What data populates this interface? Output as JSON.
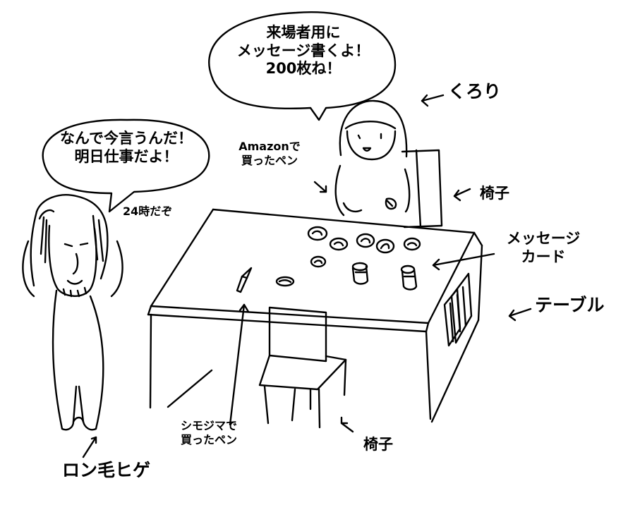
{
  "speech_kurori": {
    "line1": "来場者用に",
    "line2": "メッセージ書くよ！",
    "line3": "200枚ね！"
  },
  "speech_ronge": {
    "line1": "なんで今言うんだ！",
    "line2": "明日仕事だよ！"
  },
  "labels": {
    "kurori": "くろり",
    "ronge_hige": "ロン毛ヒゲ",
    "time_note": "24時だぞ",
    "amazon_pen_line1": "Amazonで",
    "amazon_pen_line2": "買ったペン",
    "shimojima_pen_line1": "シモジマで",
    "shimojima_pen_line2": "買ったペン",
    "chair_back": "椅子",
    "chair_front": "椅子",
    "message_card_line1": "メッセージ",
    "message_card_line2": "カード",
    "table": "テーブル"
  },
  "colors": {
    "ink": "#000000",
    "paper": "#ffffff"
  }
}
